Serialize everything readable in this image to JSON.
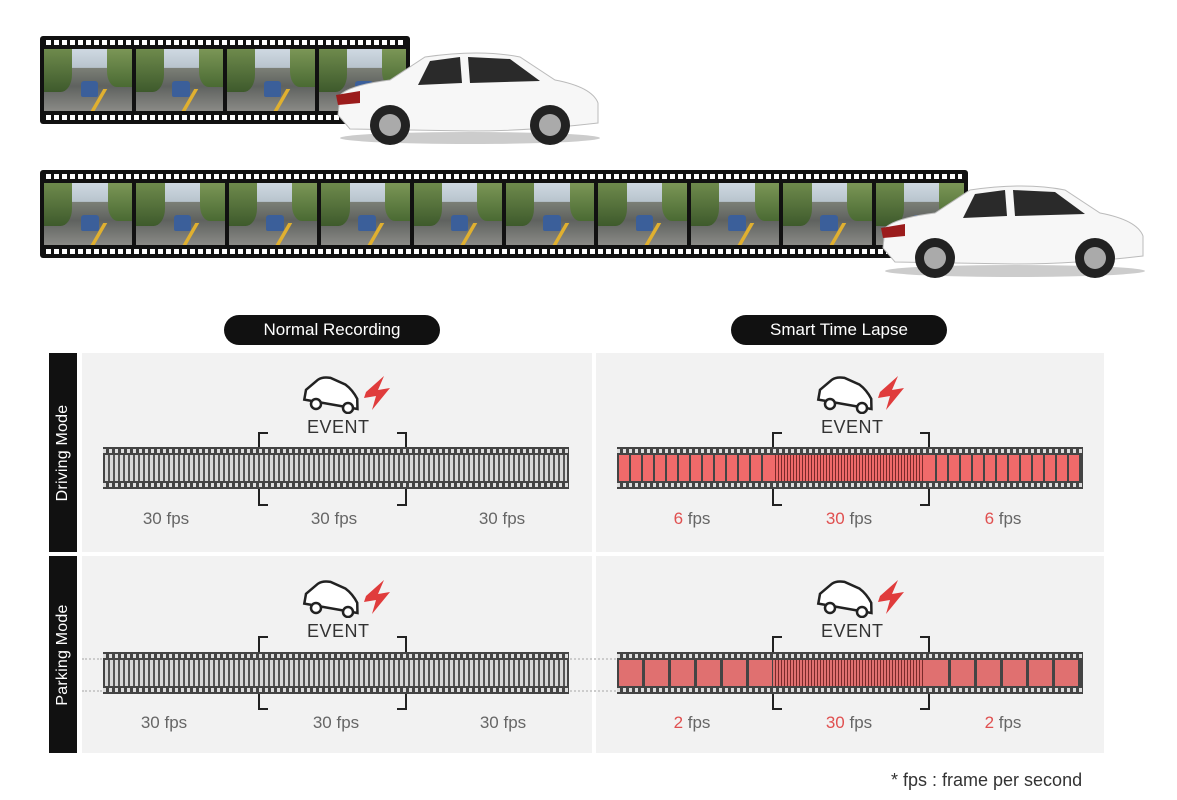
{
  "labels": {
    "normal": "Normal Recording",
    "smart": "Smart Time Lapse",
    "driving": "Driving Mode",
    "parking": "Parking Mode",
    "event": "EVENT",
    "footnote": "* fps : frame per second"
  },
  "rows": {
    "driving_normal": [
      "30",
      "30",
      "30"
    ],
    "driving_smart": [
      "6",
      "30",
      "6"
    ],
    "parking_normal": [
      "30",
      "30",
      "30"
    ],
    "parking_smart": [
      "2",
      "30",
      "2"
    ],
    "unit": " fps"
  },
  "icons": {
    "car": "car-crash-icon",
    "bolt": "lightning-icon"
  },
  "colors": {
    "accent_red": "#e05050",
    "strip_red": "#f06a6a",
    "dark": "#111111"
  }
}
